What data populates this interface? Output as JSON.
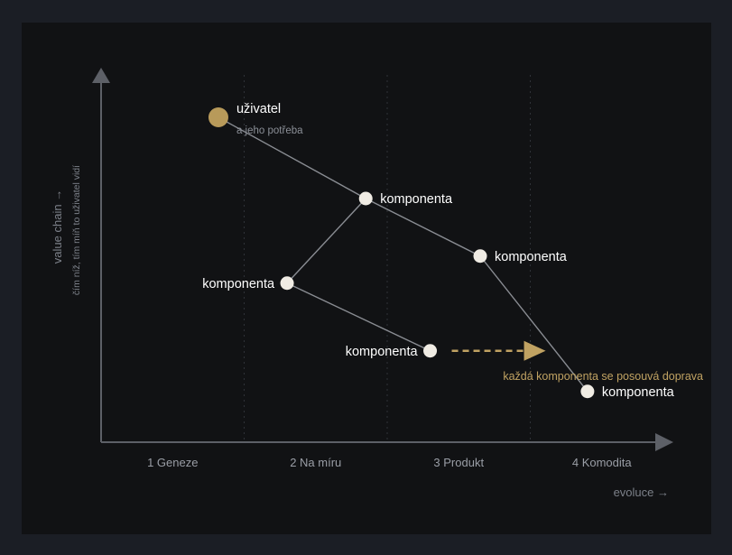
{
  "colors": {
    "background": "#1b1e25",
    "panel": "#111214",
    "axis": "#5d6067",
    "axis_label": "#7c8089",
    "phase_label": "#9a9ea6",
    "phase_divider": "#2f3238",
    "edge": "#8a8d93",
    "node": "#f0ece4",
    "user_node": "#b89a5a",
    "node_text": "#ffffff",
    "sub_text": "#8b8f97",
    "accent": "#c0a262"
  },
  "axes": {
    "y_label": "value chain →",
    "y_sublabel": "čím níž, tím míň to uživatel vidí",
    "x_label": "evoluce →"
  },
  "phases": [
    "1 Geneze",
    "2 Na míru",
    "3 Produkt",
    "4 Komodita"
  ],
  "nodes": [
    {
      "id": "user",
      "label": "uživatel",
      "sublabel": "a jeho potřeba",
      "evolution": 0.82,
      "visibility": 0.96
    },
    {
      "id": "c1",
      "label": "komponenta",
      "evolution": 1.85,
      "visibility": 0.72
    },
    {
      "id": "c2",
      "label": "komponenta",
      "evolution": 2.65,
      "visibility": 0.55
    },
    {
      "id": "c3",
      "label": "komponenta",
      "evolution": 1.3,
      "visibility": 0.47
    },
    {
      "id": "c4",
      "label": "komponenta",
      "evolution": 2.3,
      "visibility": 0.27
    },
    {
      "id": "c5",
      "label": "komponenta",
      "evolution": 3.4,
      "visibility": 0.15
    }
  ],
  "edges": [
    [
      "user",
      "c1"
    ],
    [
      "c1",
      "c2"
    ],
    [
      "c1",
      "c3"
    ],
    [
      "c3",
      "c4"
    ],
    [
      "c2",
      "c5"
    ]
  ],
  "movement": {
    "from": "c4",
    "label": "každá komponenta se posouvá doprava"
  }
}
